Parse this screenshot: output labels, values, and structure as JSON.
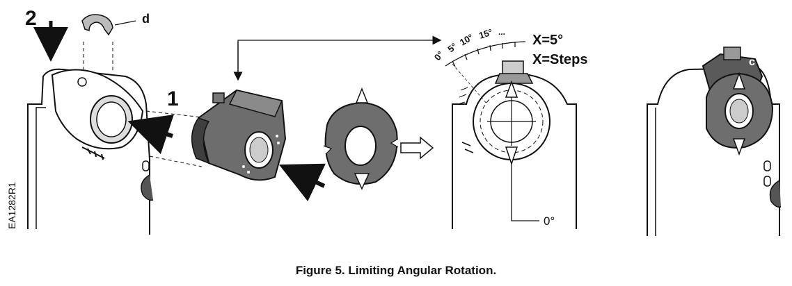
{
  "labels": {
    "step_two": "2",
    "step_one": "1",
    "clip_letter": "d",
    "stop_letter": "c",
    "x_degrees": "X=5°",
    "x_steps": "X=Steps",
    "zero_marker": "0°",
    "scale_0": "0°",
    "scale_5": "5°",
    "scale_10": "10°",
    "scale_15": "15°",
    "scale_more": "...",
    "drawing_code": "EA1282R1"
  },
  "caption": "Figure 5.  Limiting Angular Rotation.",
  "colors": {
    "line": "#111111",
    "part_gray": "#7a7a7a",
    "part_dark": "#4a4a4a",
    "background": "#ffffff"
  }
}
